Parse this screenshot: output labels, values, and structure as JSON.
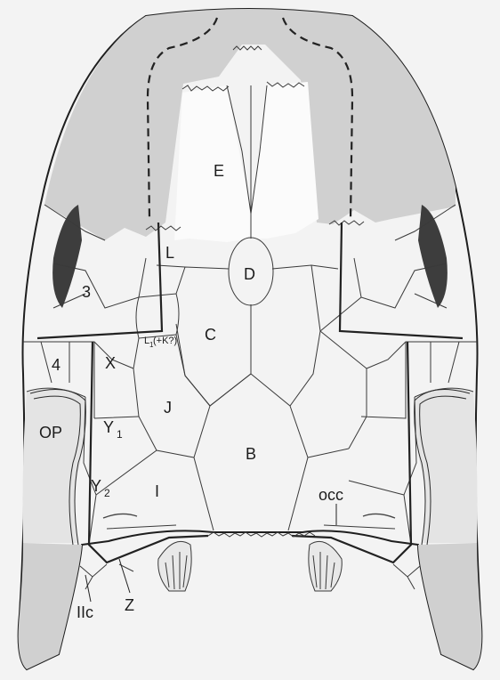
{
  "labels": {
    "E": "E",
    "D": "D",
    "L": "L",
    "C": "C",
    "L1": "L",
    "L1_sub": "1",
    "L1_note": "(+K?)",
    "n3": "3",
    "n4": "4",
    "X": "X",
    "J": "J",
    "Y1": "Y",
    "Y1_sub": "1",
    "Y2": "Y",
    "Y2_sub": "2",
    "OP": "OP",
    "B": "B",
    "I": "I",
    "occ": "occ",
    "Z": "Z",
    "IIc": "IIc"
  },
  "colors": {
    "background": "#f3f3f3",
    "skull_fill": "#fbfbfb",
    "stipple": "#d0d0d0",
    "orbit": "#3d3d3d",
    "line": "#222222"
  }
}
